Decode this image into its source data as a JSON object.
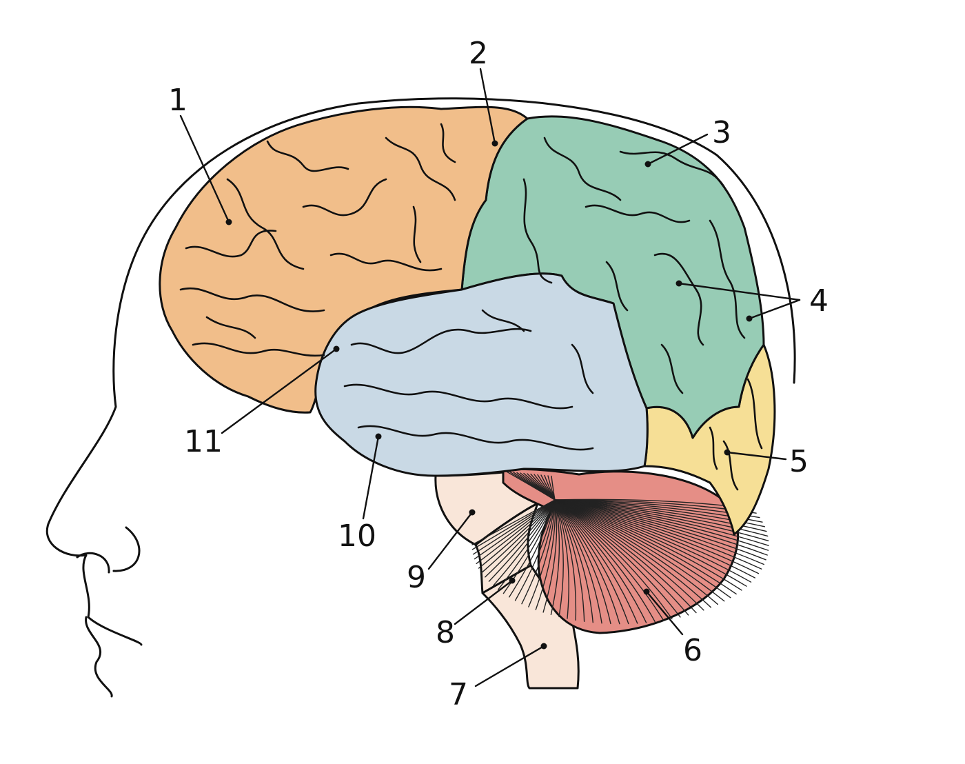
{
  "colors": {
    "frontal": "#F1BE8A",
    "parietal": "#97CCB5",
    "temporal": "#C9D9E5",
    "occipital": "#F6DF96",
    "cerebellum": "#E58E86",
    "brainstem": "#F9E6D9",
    "line": "#111111"
  },
  "labels": {
    "l1": "1",
    "l2": "2",
    "l3": "3",
    "l4": "4",
    "l5": "5",
    "l6": "6",
    "l7": "7",
    "l8": "8",
    "l9": "9",
    "l10": "10",
    "l11": "11"
  }
}
